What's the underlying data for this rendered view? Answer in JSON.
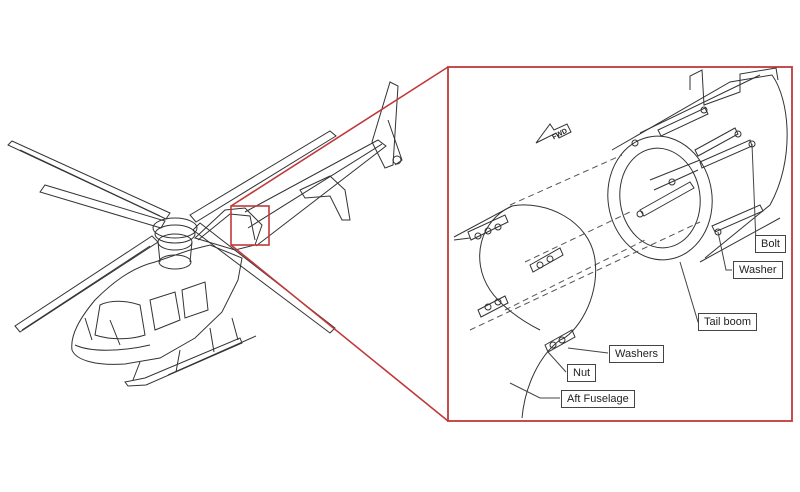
{
  "diagram": {
    "accent_color": "#c0393b",
    "line_color": "#333333",
    "direction_label": "FWD",
    "labels": {
      "bolt": "Bolt",
      "washer": "Washer",
      "tail_boom": "Tail boom",
      "washers": "Washers",
      "nut": "Nut",
      "aft_fuselage": "Aft Fuselage"
    }
  }
}
